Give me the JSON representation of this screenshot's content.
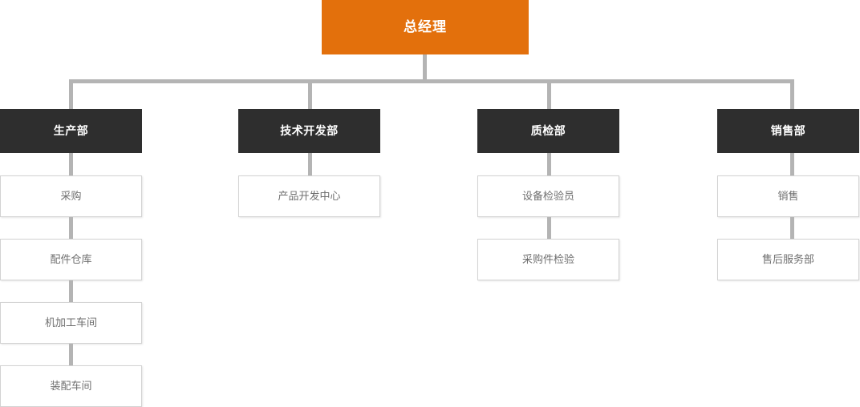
{
  "chart_title": "",
  "colors": {
    "root_bg": "#e3700c",
    "root_text": "#ffffff",
    "dept_bg": "#2e2e2e",
    "dept_text": "#ffffff",
    "unit_bg": "#ffffff",
    "unit_text": "#6f6f6f",
    "unit_border": "#d2d2d2",
    "connector": "#b4b4b4",
    "page_bg": "#ffffff"
  },
  "org": {
    "root": {
      "label": "总经理"
    },
    "departments": [
      {
        "label": "生产部",
        "units": [
          {
            "label": "采购"
          },
          {
            "label": "配件仓库"
          },
          {
            "label": "机加工车间"
          },
          {
            "label": "装配车间"
          }
        ]
      },
      {
        "label": "技术开发部",
        "units": [
          {
            "label": "产品开发中心"
          }
        ]
      },
      {
        "label": "质检部",
        "units": [
          {
            "label": "设备检验员"
          },
          {
            "label": "采购件检验"
          }
        ]
      },
      {
        "label": "销售部",
        "units": [
          {
            "label": "销售"
          },
          {
            "label": "售后服务部"
          }
        ]
      }
    ]
  }
}
